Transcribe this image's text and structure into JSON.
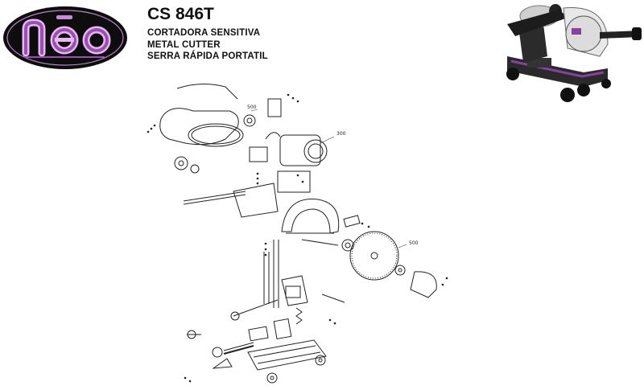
{
  "brand": {
    "logo_text": "neo"
  },
  "header": {
    "model": "CS 846T",
    "line1": "CORTADORA SENSITIVA",
    "line2": "METAL CUTTER",
    "line3": "SERRA RÁPIDA PORTATIL"
  },
  "diagram": {
    "labels": {
      "belt_cover": "500",
      "motor": "300",
      "disc": "500"
    }
  }
}
